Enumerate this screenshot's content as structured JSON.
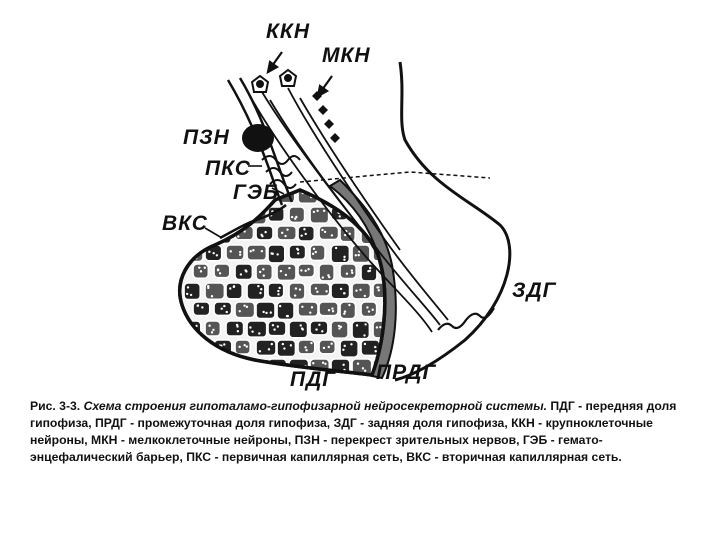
{
  "labels": {
    "kkn": "ККН",
    "mkn": "МКН",
    "pzn": "ПЗН",
    "pks": "ПКС",
    "geb": "ГЭБ",
    "vks": "ВКС",
    "zdg": "ЗДГ",
    "pdg": "ПДГ",
    "prdg": "ПРДГ"
  },
  "caption": {
    "prefix": "Рис. 3-3.",
    "title": "Схема строения гипоталамо-гипофизарной нейросекреторной системы.",
    "body": "ПДГ - передняя доля гипофиза, ПРДГ - промежуточная доля гипофиза, ЗДГ - задняя доля гипофиза, ККН - крупноклеточные нейроны, МКН - мелкоклеточные нейроны, ПЗН - перекрест зрительных нервов, ГЭБ - гемато-энцефалический барьер, ПКС - первичная капиллярная сеть, ВКС - вторичная капиллярная сеть."
  }
}
